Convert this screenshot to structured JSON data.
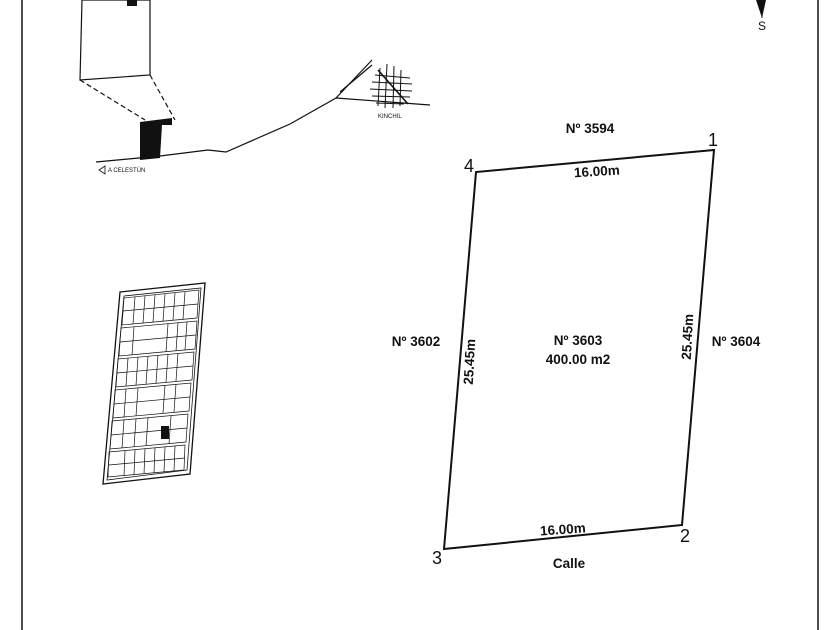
{
  "compass": {
    "south_label": "S"
  },
  "location_map": {
    "road_label": "A CELESTÚN",
    "town_label": "KINCHIL"
  },
  "lot": {
    "number": "Nº 3603",
    "area": "400.00 m2",
    "vertices": [
      "1",
      "2",
      "3",
      "4"
    ],
    "top_side": "16.00m",
    "bottom_side": "16.00m",
    "left_side": "25.45m",
    "right_side": "25.45m"
  },
  "neighbors": {
    "north": "Nº 3594",
    "west": "Nº 3602",
    "east": "Nº 3604",
    "south": "Calle"
  }
}
